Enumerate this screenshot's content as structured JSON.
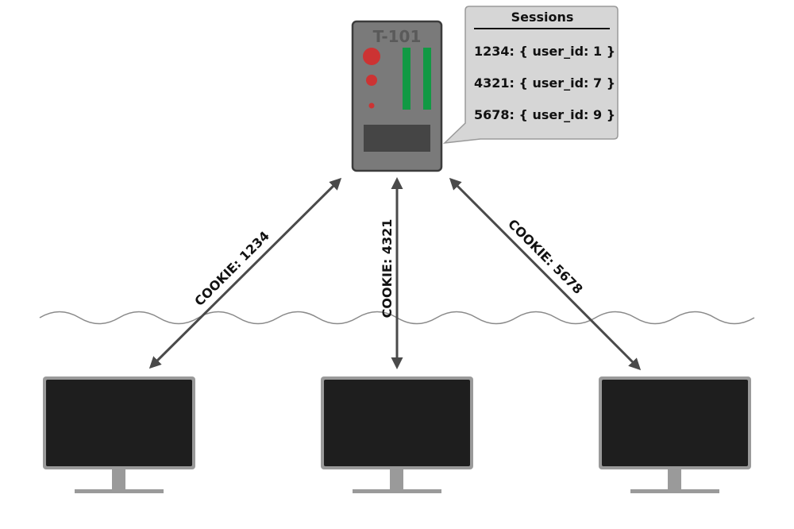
{
  "server": {
    "label": "T-101"
  },
  "sessions_box": {
    "title": "Sessions",
    "entries": [
      "1234: { user_id: 1 }",
      "4321: { user_id: 7 }",
      "5678: { user_id: 9 }"
    ]
  },
  "connections": [
    {
      "label": "COOKIE: 1234"
    },
    {
      "label": "COOKIE: 4321"
    },
    {
      "label": "COOKIE: 5678"
    }
  ],
  "colors": {
    "server_body": "#7a7a7a",
    "server_outline": "#3c3c3c",
    "server_panel": "#454545",
    "server_label": "#5a5a5a",
    "led_red": "#cc3333",
    "bar_green": "#119944",
    "bubble_fill": "#d6d6d6",
    "bubble_outline": "#9a9a9a",
    "arrow": "#4a4a4a",
    "wave": "#8a8a8a",
    "monitor_screen": "#1e1e1e",
    "monitor_frame": "#9a9a9a",
    "monitor_stand": "#9a9a9a"
  },
  "icons": {
    "server": "server-icon",
    "monitor": "monitor-icon",
    "network": "network-wave"
  }
}
